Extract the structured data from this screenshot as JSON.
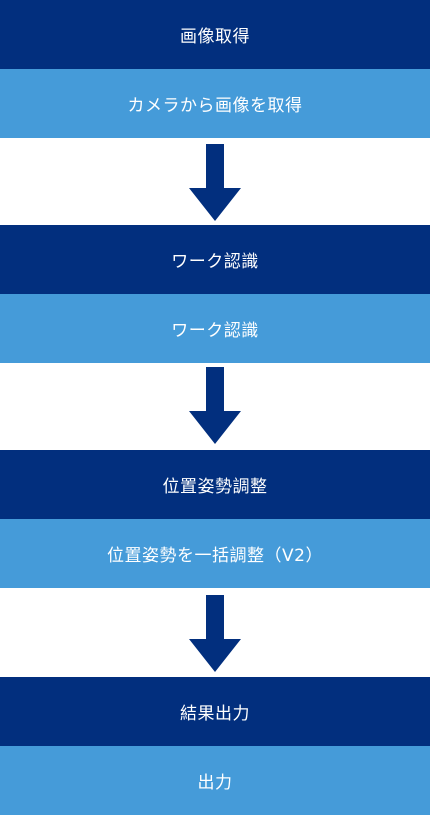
{
  "colors": {
    "title_band": "#022f7e",
    "subtitle_band": "#459bd9",
    "arrow": "#022f7e",
    "text": "#ffffff"
  },
  "steps": [
    {
      "title": "画像取得",
      "detail": "カメラから画像を取得"
    },
    {
      "title": "ワーク認識",
      "detail": "ワーク認識"
    },
    {
      "title": "位置姿勢調整",
      "detail": "位置姿勢を一括調整（V2）"
    },
    {
      "title": "結果出力",
      "detail": "出力"
    }
  ],
  "connectors": [
    {
      "icon": "down-arrow-icon"
    },
    {
      "icon": "down-arrow-icon"
    },
    {
      "icon": "down-arrow-icon"
    }
  ]
}
